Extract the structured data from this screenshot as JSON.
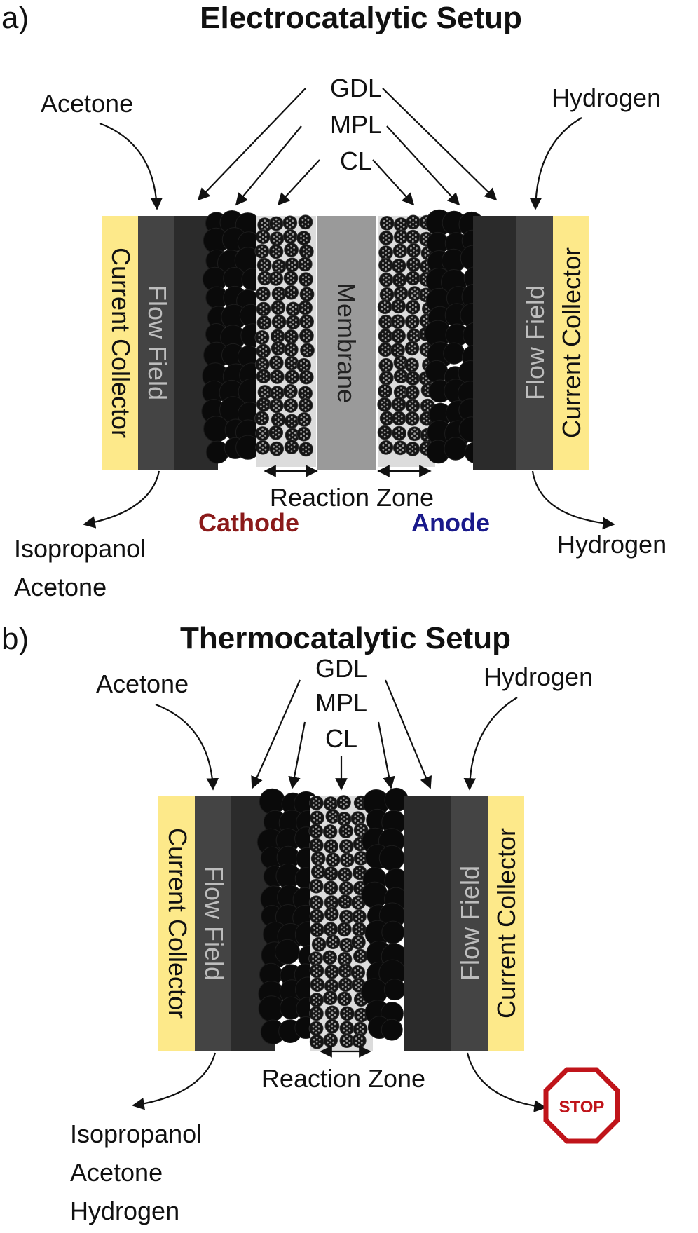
{
  "panel_a": {
    "letter": "a)",
    "title": "Electrocatalytic Setup",
    "layers": {
      "gdl": "GDL",
      "mpl": "MPL",
      "cl": "CL"
    },
    "inlet_left": "Acetone",
    "inlet_right": "Hydrogen",
    "current_collector": "Current Collector",
    "flow_field": "Flow Field",
    "membrane": "Membrane",
    "reaction_zone": "Reaction Zone",
    "cathode": "Cathode",
    "anode": "Anode",
    "outlet_left": [
      "Isopropanol",
      "Acetone"
    ],
    "outlet_right": "Hydrogen"
  },
  "panel_b": {
    "letter": "b)",
    "title": "Thermocatalytic Setup",
    "layers": {
      "gdl": "GDL",
      "mpl": "MPL",
      "cl": "CL"
    },
    "inlet_left": "Acetone",
    "inlet_right": "Hydrogen",
    "current_collector": "Current Collector",
    "flow_field": "Flow Field",
    "reaction_zone": "Reaction Zone",
    "outlet_left": [
      "Isopropanol",
      "Acetone",
      "Hydrogen"
    ],
    "stop_sign": "STOP"
  },
  "colors": {
    "current_collector": "#fde98a",
    "flow_field": "#444444",
    "gdl": "#2b2b2b",
    "membrane": "#9a9a9a",
    "cathode": "#8b1a1a",
    "anode": "#1a1a8b",
    "stop": "#c0141a"
  }
}
